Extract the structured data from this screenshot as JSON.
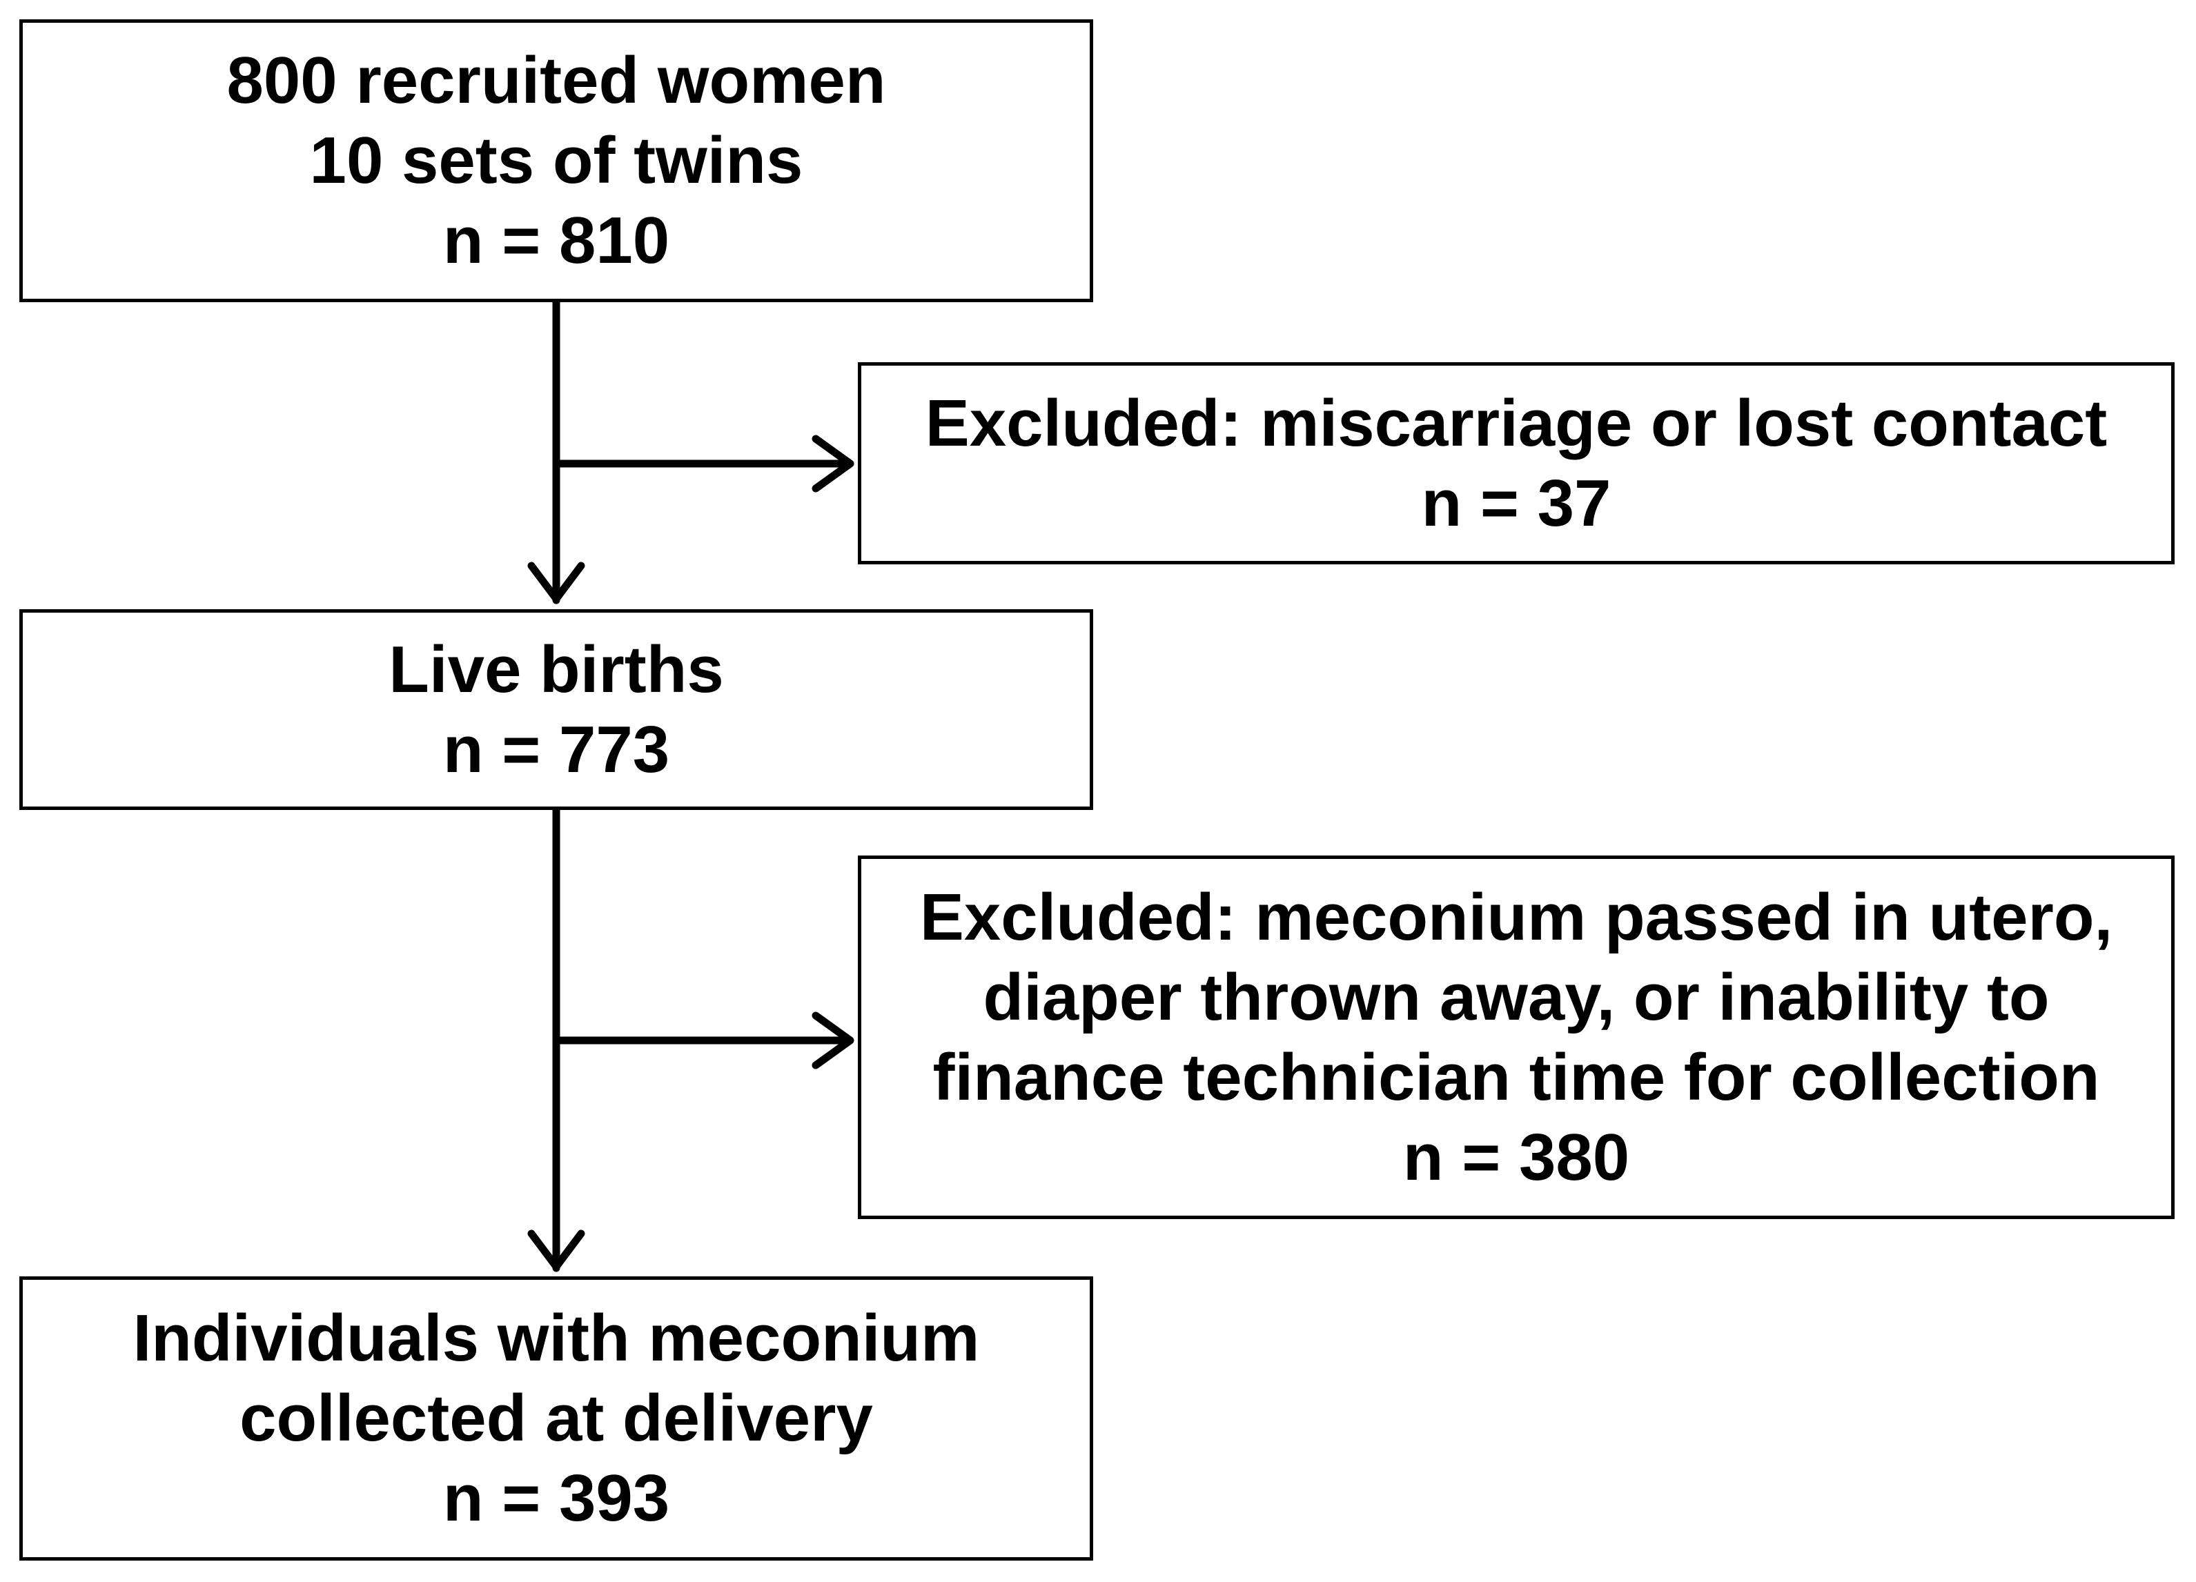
{
  "boxes": {
    "recruited": {
      "lines": [
        "800 recruited women",
        "10 sets of twins",
        "n = 810"
      ]
    },
    "excluded_1": {
      "lines": [
        "Excluded: miscarriage or lost contact",
        "n = 37"
      ]
    },
    "live_births": {
      "lines": [
        "Live births",
        "n = 773"
      ]
    },
    "excluded_2": {
      "lines": [
        "Excluded: meconium passed in utero,",
        "diaper thrown away, or inability to",
        "finance technician time for collection",
        "n = 380"
      ]
    },
    "meconium": {
      "lines": [
        "Individuals with meconium",
        "collected at delivery",
        "n = 393"
      ]
    }
  },
  "colors": {
    "stroke": "#000000",
    "background": "#ffffff"
  }
}
